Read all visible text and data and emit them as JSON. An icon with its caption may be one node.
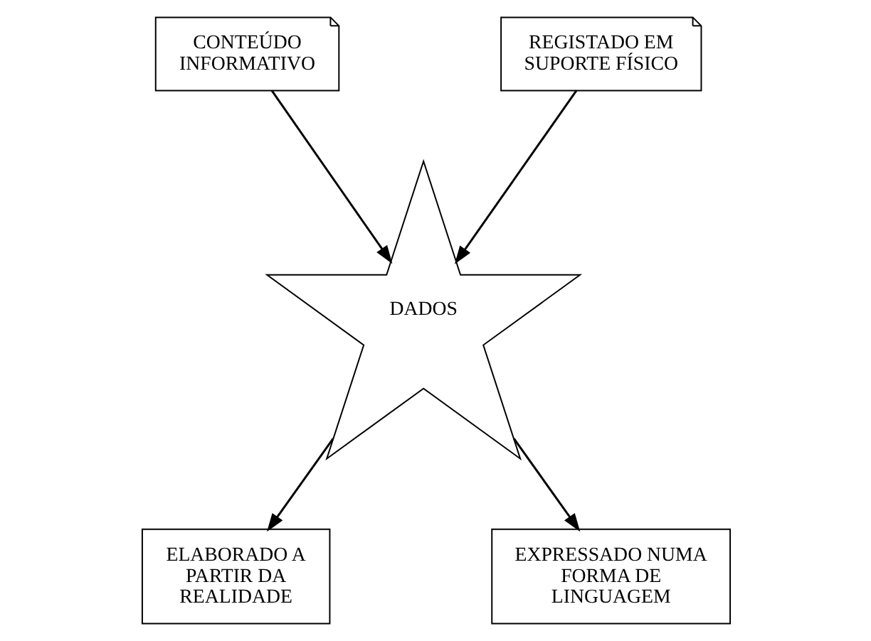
{
  "diagram": {
    "nodes": [
      {
        "text": [
          "CONTEÚDO INFORMATIVO"
        ]
      },
      {
        "text": [
          "REGISTADO EM SUPORTE FÍSICO"
        ]
      },
      {
        "text": [
          "DADOS"
        ]
      },
      {
        "text": [
          "ELABORADO A PARTIR DA REALIDADE"
        ]
      },
      {
        "text": [
          "EXPRESSADO NUMA FORMA DE LINGUAGEM"
        ]
      }
    ],
    "edges": [
      {
        "from": 0,
        "to": 2,
        "arrow": "to"
      },
      {
        "from": 1,
        "to": 2,
        "arrow": "to"
      },
      {
        "from": 2,
        "to": 3,
        "arrow": "to"
      },
      {
        "from": 2,
        "to": 4,
        "arrow": "to"
      }
    ]
  }
}
